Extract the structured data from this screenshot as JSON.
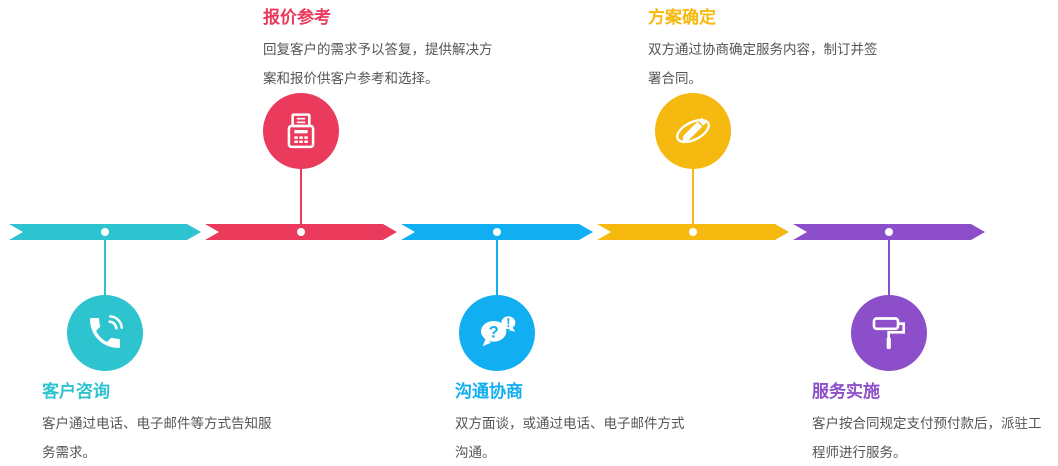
{
  "theme": {
    "background": "#ffffff",
    "dot_color": "#ffffff",
    "desc_color": "#555555"
  },
  "steps": [
    {
      "id": "customer-consultation",
      "title": "客户咨询",
      "desc": "客户通过电话、电子邮件等方式告知服务需求。",
      "color": "#2ec4cf",
      "icon": "phone-icon",
      "position": "below"
    },
    {
      "id": "quote-reference",
      "title": "报价参考",
      "desc": "回复客户的需求予以答复，提供解决方案和报价供客户参考和选择。",
      "color": "#ea3b5d",
      "icon": "receipt-printer-icon",
      "position": "above"
    },
    {
      "id": "communication-negotiation",
      "title": "沟通协商",
      "desc": "双方面谈，或通过电话、电子邮件方式沟通。",
      "color": "#12aef2",
      "icon": "chat-bubbles-icon",
      "position": "below"
    },
    {
      "id": "plan-confirmation",
      "title": "方案确定",
      "desc": "双方通过协商确定服务内容，制订并签署合同。",
      "color": "#f6b90f",
      "icon": "pen-signature-icon",
      "position": "above"
    },
    {
      "id": "service-implementation",
      "title": "服务实施",
      "desc": "客户按合同规定支付预付款后，派驻工程师进行服务。",
      "color": "#8c4ec9",
      "icon": "paint-roller-icon",
      "position": "below"
    }
  ]
}
